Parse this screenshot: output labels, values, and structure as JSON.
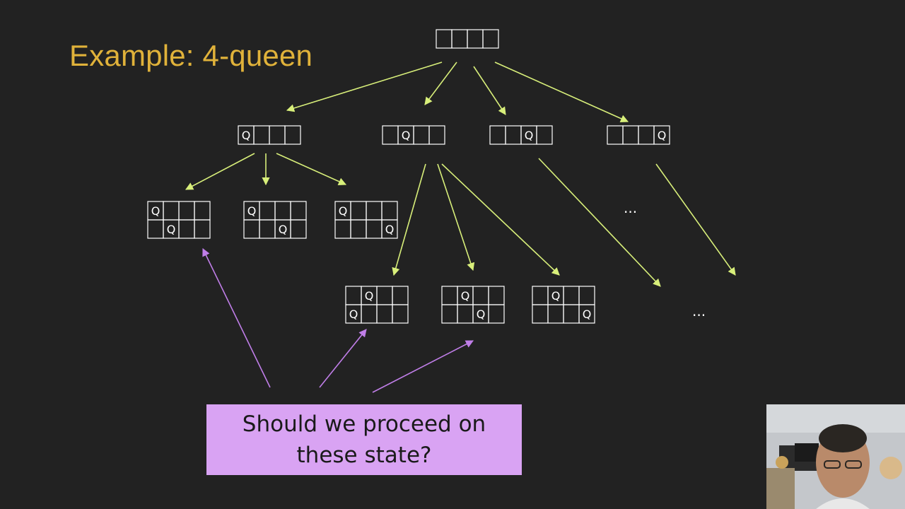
{
  "slide": {
    "title": "Example: 4-queen",
    "queen_glyph": "Q",
    "ellipsis_1": "...",
    "ellipsis_2": "...",
    "callout_line1": "Should we proceed on",
    "callout_line2": "these state?"
  },
  "colors": {
    "background": "#222222",
    "title": "#e0b23a",
    "tree_arrow": "#d8ef7a",
    "callout_arrow": "#c07ee8",
    "callout_fill": "#d9a3f3",
    "board_line": "#ffffff"
  },
  "boards": [
    {
      "id": "root",
      "rows": 1,
      "queens": []
    },
    {
      "id": "l1-a",
      "rows": 1,
      "queens": [
        [
          0,
          0
        ]
      ]
    },
    {
      "id": "l1-b",
      "rows": 1,
      "queens": [
        [
          0,
          1
        ]
      ]
    },
    {
      "id": "l1-c",
      "rows": 1,
      "queens": [
        [
          0,
          2
        ]
      ]
    },
    {
      "id": "l1-d",
      "rows": 1,
      "queens": [
        [
          0,
          3
        ]
      ]
    },
    {
      "id": "l2-a",
      "rows": 2,
      "queens": [
        [
          0,
          0
        ],
        [
          1,
          1
        ]
      ]
    },
    {
      "id": "l2-b",
      "rows": 2,
      "queens": [
        [
          0,
          0
        ],
        [
          1,
          2
        ]
      ]
    },
    {
      "id": "l2-c",
      "rows": 2,
      "queens": [
        [
          0,
          0
        ],
        [
          1,
          3
        ]
      ]
    },
    {
      "id": "l2-d",
      "rows": 2,
      "queens": [
        [
          0,
          1
        ],
        [
          1,
          0
        ]
      ]
    },
    {
      "id": "l2-e",
      "rows": 2,
      "queens": [
        [
          0,
          1
        ],
        [
          1,
          2
        ]
      ]
    },
    {
      "id": "l2-f",
      "rows": 2,
      "queens": [
        [
          0,
          1
        ],
        [
          1,
          3
        ]
      ]
    }
  ],
  "webcam": {
    "icon": "presenter-video-icon"
  }
}
